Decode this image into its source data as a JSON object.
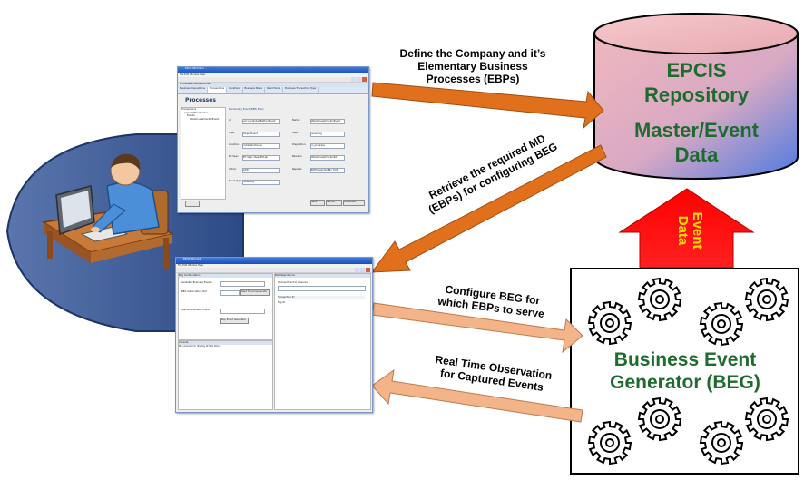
{
  "colors": {
    "orange_arrow": "#e0701c",
    "light_arrow": "#f4b489",
    "cylinder_body": "#e7a9b1",
    "cylinder_blue": "#5b82d9",
    "repository_text": "#1e6b2e",
    "red_arrow": "#ff0000",
    "event_text": "#ffe000",
    "user_band": "#3d5a93",
    "beg_text": "#1e6b2e"
  },
  "repository": {
    "title_line1": "EPCIS",
    "title_line2": "Repository",
    "subtitle_line1": "Master/Event",
    "subtitle_line2": "Data"
  },
  "event_data": {
    "line1": "Event",
    "line2": "Data"
  },
  "beg": {
    "line1": "Business Event",
    "line2": "Generator (BEG)"
  },
  "arrows": {
    "define": [
      "Define the Company and it’s",
      "Elementary Business",
      "Processes (EBPs)"
    ],
    "retrieve": [
      "Retrieve the required MD",
      "(EBPs) for configuring BEG"
    ],
    "configure": [
      "Configure BEG for",
      "which EBPs to serve"
    ],
    "realtime": [
      "Real Time Observation",
      "for Captured Events"
    ]
  },
  "icons": [
    "user-at-computer-icon",
    "gear-icon",
    "database-cylinder-icon"
  ],
  "window1": {
    "title": "EPCIS MD Editor",
    "menu": "File  Edit  Window  Help",
    "address": "ProcessesIndiaWarehouse",
    "tabs": [
      "Business Dispositions",
      "Transactions",
      "Locations",
      "Business Steps",
      "Read Points",
      "Business Transaction Type"
    ],
    "heading": "Processes",
    "tree": [
      "Transactions",
      "ArrivalAtMainDealer",
      "Events",
      "WarehouseCheckInEvent"
    ],
    "section": "Elementary Event (EBE) Basic",
    "fields_left": [
      "Id:",
      "Type:",
      "Location:",
      "EC Spec:",
      "Action:",
      "Event Type:"
    ],
    "values_left": [
      "urn:epcglobal:BizProcEvent",
      "ObjectEvent",
      "IndiaWarehouse",
      "EC Spec::ReadECLab",
      "ADD",
      "receiving"
    ],
    "fields_right": [
      "Name:",
      "Step:",
      "Disposition:",
      "Readers:",
      "Reports:"
    ],
    "values_right": [
      "WarehouseCheckInEvent",
      "receiving",
      "in_progress",
      "WarehouseCheckInRd",
      "BizTransactionBiz_CON"
    ],
    "buttons": [
      "Save",
      "Cancel",
      "Attributes"
    ]
  },
  "window2": {
    "title": "EPCIS BEG GUI",
    "menu": "File  Edit  Window  Help",
    "left_header": "Beg Configuration",
    "left_rows": [
      "Available Business Events",
      "BEG Subscription Port",
      "Started Business Events"
    ],
    "left_buttons": [
      "Start Event Generator",
      "Stop Event Generator"
    ],
    "console_title": "Console",
    "console_text": "No consoles to display at this time.",
    "right_header": "Biz Observations",
    "right_labels": [
      "Choose Event to Observe",
      "Transaction ID",
      "Tag ID"
    ]
  }
}
